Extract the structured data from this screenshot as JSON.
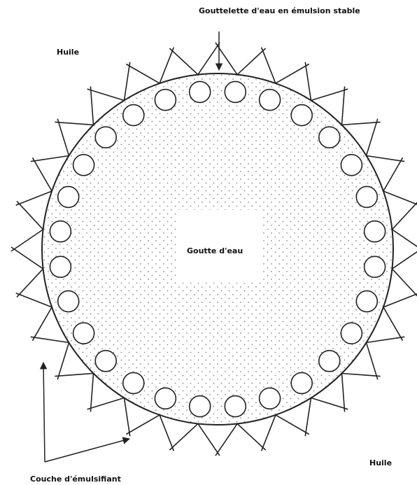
{
  "labels": {
    "stable_droplet": "Gouttelette d'eau en émulsion stable",
    "oil_top": "Huile",
    "oil_bottom": "Huile",
    "water_drop": "Goutte d'eau",
    "emulsifier_layer": "Couche d'émulsifiant"
  },
  "colors": {
    "ink": "#222222",
    "dots": "#8a8a8a",
    "background": "#ffffff"
  },
  "emulsifier_molecule_count": 28
}
